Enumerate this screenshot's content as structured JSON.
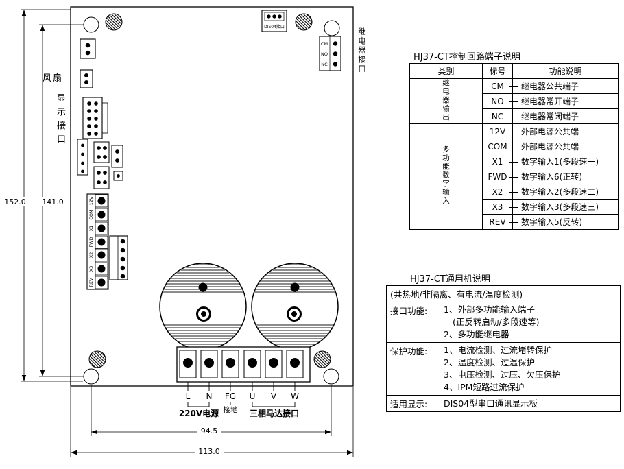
{
  "diagram": {
    "fan_label": "风扇",
    "display_port_label": "显示接口",
    "relay_port_label": "继电器接口",
    "dis04_label": "DIS04接口",
    "relay_pins": [
      "CM",
      "NO",
      "NC"
    ],
    "left_strip_labels": [
      "12V",
      "COM",
      "X1",
      "FWD",
      "X2",
      "X3",
      "REV"
    ],
    "bottom_terminals": [
      "L",
      "N",
      "FG",
      "U",
      "V",
      "W"
    ],
    "power_label": "220V电源",
    "ground_label": "接地",
    "motor_label": "三相马达接口",
    "dimensions": {
      "board_height": "152.0",
      "hole_span_height": "141.0",
      "hole_span_width": "94.5",
      "board_width": "113.0"
    }
  },
  "terminal_table": {
    "title": "HJ37-CT控制回路端子说明",
    "headers": [
      "类别",
      "标号",
      "功能说明"
    ],
    "groups": [
      {
        "category": "继电器输出",
        "rows": [
          {
            "code": "CM",
            "desc": "继电器公共端子"
          },
          {
            "code": "NO",
            "desc": "继电器常开端子"
          },
          {
            "code": "NC",
            "desc": "继电器常闭端子"
          }
        ]
      },
      {
        "category": "多功能数字输入",
        "rows": [
          {
            "code": "12V",
            "desc": "外部电源公共端"
          },
          {
            "code": "COM",
            "desc": "外部电源公共端"
          },
          {
            "code": "X1",
            "desc": "数字输入1(多段速一)"
          },
          {
            "code": "FWD",
            "desc": "数字输入6(正转)"
          },
          {
            "code": "X2",
            "desc": "数字输入2(多段速二)"
          },
          {
            "code": "X3",
            "desc": "数字输入3(多段速三)"
          },
          {
            "code": "REV",
            "desc": "数字输入5(反转)"
          }
        ]
      }
    ]
  },
  "machine_table": {
    "title": "HJ37-CT通用机说明",
    "subtitle": "(共热地/非隔离、有电流/温度检测)",
    "rows": [
      {
        "label": "接口功能:",
        "lines": [
          "1、外部多功能输入端子",
          "(正反转启动/多段速等)",
          "2、多功能继电器"
        ]
      },
      {
        "label": "保护功能:",
        "lines": [
          "1、电流检测、过流堵转保护",
          "2、温度检测、过温保护",
          "3、电压检测、过压、欠压保护",
          "4、IPM短路过流保护"
        ]
      },
      {
        "label": "适用显示:",
        "lines": [
          "DIS04型串口通讯显示板"
        ]
      }
    ]
  }
}
